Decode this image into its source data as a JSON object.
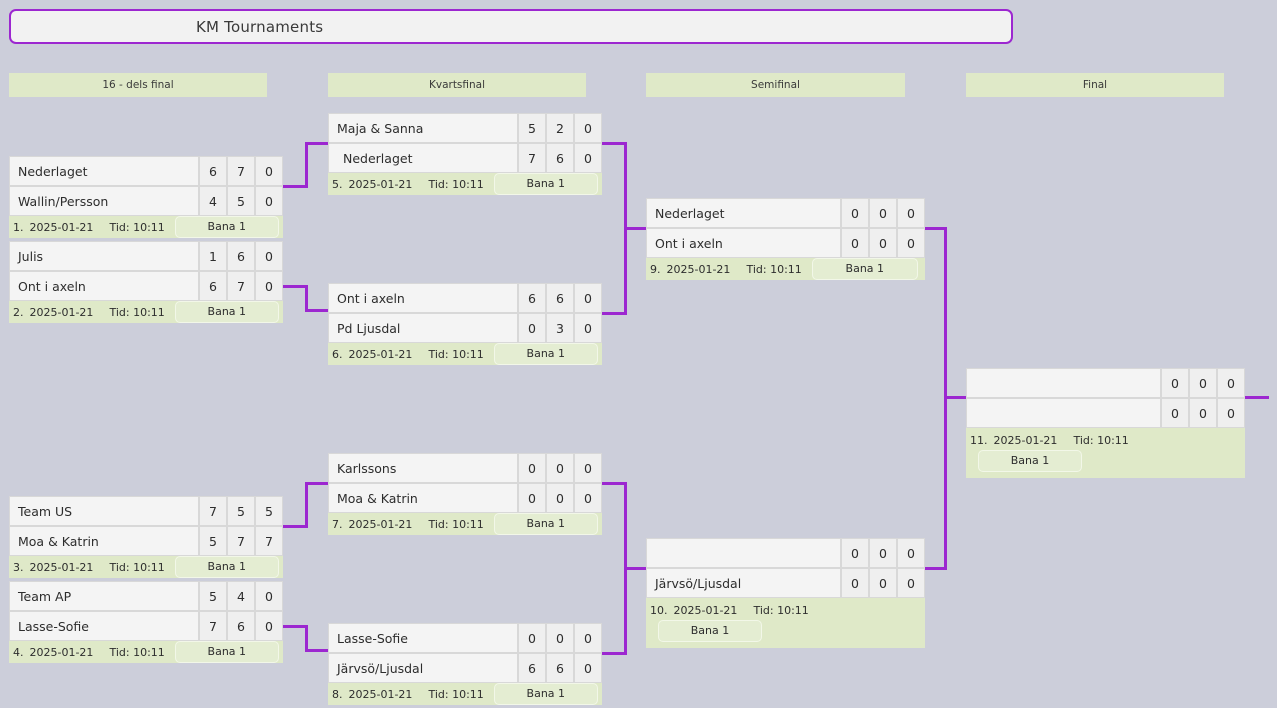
{
  "app": {
    "title": "KM Tournaments",
    "background_color": "#ccceda",
    "accent_color": "#9c27d0",
    "header_color": "#dfe9c8"
  },
  "rounds": [
    {
      "id": "round-of-16",
      "label": "16 - dels final"
    },
    {
      "id": "quarterfinal",
      "label": "Kvartsfinal"
    },
    {
      "id": "semifinal",
      "label": "Semifinal"
    },
    {
      "id": "final",
      "label": "Final"
    }
  ],
  "labels": {
    "time_prefix": "Tid:",
    "court": "Bana 1",
    "date": "2025-01-21",
    "time": "10:11"
  },
  "matches": [
    {
      "number": "1.",
      "round": "round-of-16",
      "date": "2025-01-21",
      "time_prefix": "Tid:",
      "time": "10:11",
      "court": "Bana 1",
      "teams": [
        {
          "name": "Nederlaget",
          "scores": [
            "6",
            "7",
            "0"
          ]
        },
        {
          "name": "Wallin/Persson",
          "scores": [
            "4",
            "5",
            "0"
          ]
        }
      ]
    },
    {
      "number": "2.",
      "round": "round-of-16",
      "date": "2025-01-21",
      "time_prefix": "Tid:",
      "time": "10:11",
      "court": "Bana 1",
      "teams": [
        {
          "name": "Julis",
          "scores": [
            "1",
            "6",
            "0"
          ]
        },
        {
          "name": "Ont i axeln",
          "scores": [
            "6",
            "7",
            "0"
          ]
        }
      ]
    },
    {
      "number": "3.",
      "round": "round-of-16",
      "date": "2025-01-21",
      "time_prefix": "Tid:",
      "time": "10:11",
      "court": "Bana 1",
      "teams": [
        {
          "name": "Team US",
          "scores": [
            "7",
            "5",
            "5"
          ]
        },
        {
          "name": "Moa & Katrin",
          "scores": [
            "5",
            "7",
            "7"
          ]
        }
      ]
    },
    {
      "number": "4.",
      "round": "round-of-16",
      "date": "2025-01-21",
      "time_prefix": "Tid:",
      "time": "10:11",
      "court": "Bana 1",
      "teams": [
        {
          "name": "Team AP",
          "scores": [
            "5",
            "4",
            "0"
          ]
        },
        {
          "name": "Lasse-Sofie",
          "scores": [
            "7",
            "6",
            "0"
          ]
        }
      ]
    },
    {
      "number": "5.",
      "round": "quarterfinal",
      "date": "2025-01-21",
      "time_prefix": "Tid:",
      "time": "10:11",
      "court": "Bana 1",
      "teams": [
        {
          "name": "Maja & Sanna",
          "scores": [
            "5",
            "2",
            "0"
          ]
        },
        {
          "name": "Nederlaget",
          "scores": [
            "7",
            "6",
            "0"
          ]
        }
      ]
    },
    {
      "number": "6.",
      "round": "quarterfinal",
      "date": "2025-01-21",
      "time_prefix": "Tid:",
      "time": "10:11",
      "court": "Bana 1",
      "teams": [
        {
          "name": "Ont i axeln",
          "scores": [
            "6",
            "6",
            "0"
          ]
        },
        {
          "name": "Pd Ljusdal",
          "scores": [
            "0",
            "3",
            "0"
          ]
        }
      ]
    },
    {
      "number": "7.",
      "round": "quarterfinal",
      "date": "2025-01-21",
      "time_prefix": "Tid:",
      "time": "10:11",
      "court": "Bana 1",
      "teams": [
        {
          "name": "Karlssons",
          "scores": [
            "0",
            "0",
            "0"
          ]
        },
        {
          "name": "Moa & Katrin",
          "scores": [
            "0",
            "0",
            "0"
          ]
        }
      ]
    },
    {
      "number": "8.",
      "round": "quarterfinal",
      "date": "2025-01-21",
      "time_prefix": "Tid:",
      "time": "10:11",
      "court": "Bana 1",
      "teams": [
        {
          "name": "Lasse-Sofie",
          "scores": [
            "0",
            "0",
            "0"
          ]
        },
        {
          "name": "Järvsö/Ljusdal",
          "scores": [
            "6",
            "6",
            "0"
          ]
        }
      ]
    },
    {
      "number": "9.",
      "round": "semifinal",
      "date": "2025-01-21",
      "time_prefix": "Tid:",
      "time": "10:11",
      "court": "Bana 1",
      "teams": [
        {
          "name": "Nederlaget",
          "scores": [
            "0",
            "0",
            "0"
          ]
        },
        {
          "name": "Ont i axeln",
          "scores": [
            "0",
            "0",
            "0"
          ]
        }
      ]
    },
    {
      "number": "10.",
      "round": "semifinal",
      "date": "2025-01-21",
      "time_prefix": "Tid:",
      "time": "10:11",
      "court": "Bana 1",
      "teams": [
        {
          "name": "",
          "scores": [
            "0",
            "0",
            "0"
          ]
        },
        {
          "name": "Järvsö/Ljusdal",
          "scores": [
            "0",
            "0",
            "0"
          ]
        }
      ]
    },
    {
      "number": "11.",
      "round": "final",
      "date": "2025-01-21",
      "time_prefix": "Tid:",
      "time": "10:11",
      "court": "Bana 1",
      "teams": [
        {
          "name": "",
          "scores": [
            "0",
            "0",
            "0"
          ]
        },
        {
          "name": "",
          "scores": [
            "0",
            "0",
            "0"
          ]
        }
      ]
    }
  ]
}
